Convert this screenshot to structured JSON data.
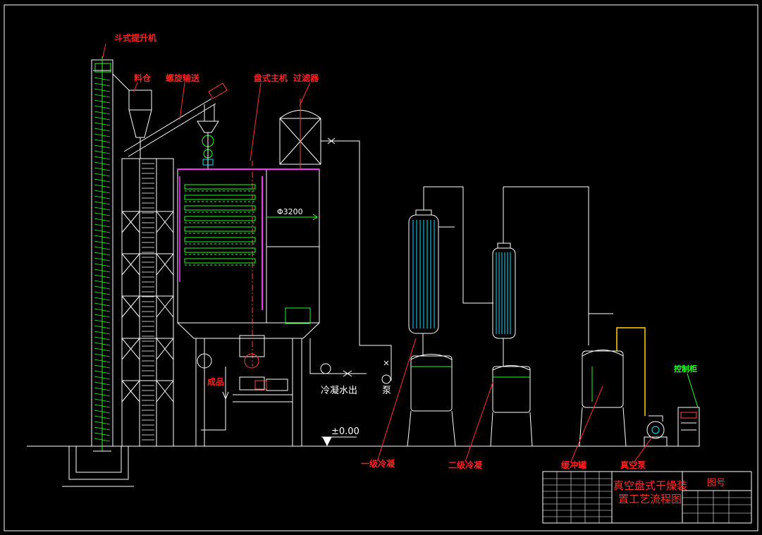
{
  "labels": {
    "bucket_elevator": "斗式提升机",
    "hopper": "料仓",
    "screw_conveyor": "螺旋输送",
    "disc_dryer": "盘式主机",
    "filter": "过滤器",
    "product": "成品",
    "condensate_out": "冷凝水出",
    "pump": "泵",
    "primary_condenser": "一级冷凝",
    "secondary_condenser": "二级冷凝",
    "buffer_tank": "缓冲罐",
    "vacuum_pump": "真空泵",
    "control_cabinet": "控制柜",
    "diameter": "Φ3200",
    "elevation": "±0.00"
  },
  "title_block": {
    "title_line1": "真空盘式干燥装",
    "title_line2": "置工艺流程图",
    "drawing_no_label": "图号"
  },
  "colors": {
    "background": "#000000",
    "line": "#ffffff",
    "label": "#ff2020",
    "equipment_cyan": "#00e5ff",
    "equipment_green": "#22ff22",
    "pipe_magenta": "#ff33ff",
    "pipe_yellow": "#ffd400"
  }
}
